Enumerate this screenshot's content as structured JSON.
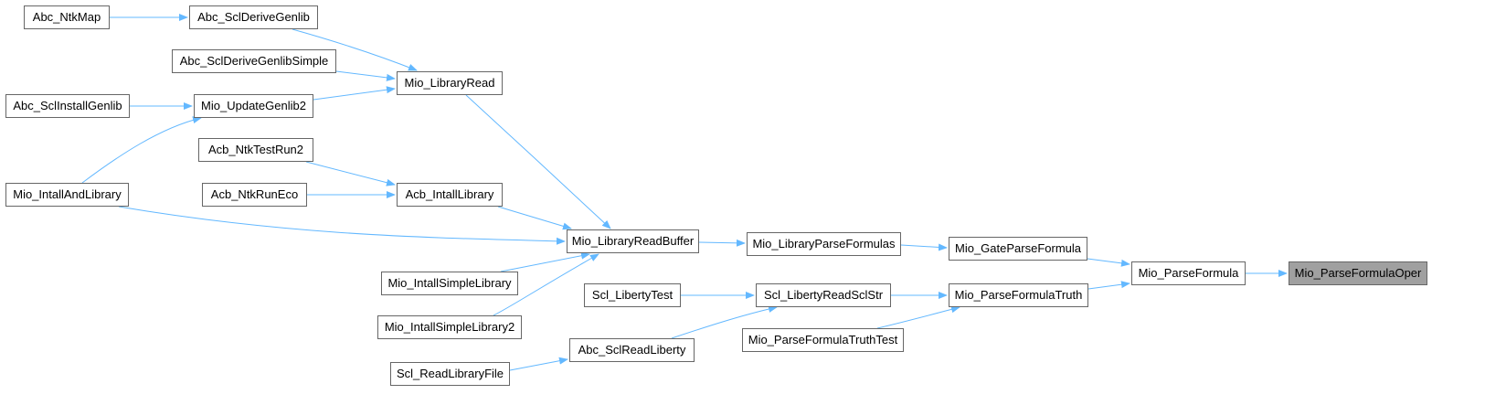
{
  "graph": {
    "nodes": {
      "abc_ntkmap": "Abc_NtkMap",
      "abc_sclderivegenlib": "Abc_SclDeriveGenlib",
      "abc_sclderivegenlibsimple": "Abc_SclDeriveGenlibSimple",
      "abc_sclinstallgenlib": "Abc_SclInstallGenlib",
      "mio_updategenlib2": "Mio_UpdateGenlib2",
      "mio_libraryread": "Mio_LibraryRead",
      "acb_ntktestrun2": "Acb_NtkTestRun2",
      "acb_ntkruneco": "Acb_NtkRunEco",
      "acb_intalllibrary": "Acb_IntallLibrary",
      "mio_intallandlibrary": "Mio_IntallAndLibrary",
      "mio_libraryreadbuffer": "Mio_LibraryReadBuffer",
      "mio_intallsimplelibrary": "Mio_IntallSimpleLibrary",
      "mio_intallsimplelibrary2": "Mio_IntallSimpleLibrary2",
      "mio_libraryparseformulas": "Mio_LibraryParseFormulas",
      "mio_gateparseformula": "Mio_GateParseFormula",
      "scl_libertytest": "Scl_LibertyTest",
      "scl_libertyreadsclstr": "Scl_LibertyReadSclStr",
      "mio_parseformulatruth": "Mio_ParseFormulaTruth",
      "mio_parseformulatruthtest": "Mio_ParseFormulaTruthTest",
      "abc_sclreadliberty": "Abc_SclReadLiberty",
      "scl_readlibraryfile": "Scl_ReadLibraryFile",
      "mio_parseformula": "Mio_ParseFormula",
      "mio_parseformulaoper": "Mio_ParseFormulaOper"
    },
    "edges": [
      [
        "abc_ntkmap",
        "abc_sclderivegenlib"
      ],
      [
        "abc_sclderivegenlib",
        "mio_libraryread"
      ],
      [
        "abc_sclderivegenlibsimple",
        "mio_libraryread"
      ],
      [
        "mio_updategenlib2",
        "mio_libraryread"
      ],
      [
        "abc_sclinstallgenlib",
        "mio_updategenlib2"
      ],
      [
        "mio_intallandlibrary",
        "mio_updategenlib2"
      ],
      [
        "mio_libraryread",
        "mio_libraryreadbuffer"
      ],
      [
        "acb_ntktestrun2",
        "acb_intalllibrary"
      ],
      [
        "acb_ntkruneco",
        "acb_intalllibrary"
      ],
      [
        "acb_intalllibrary",
        "mio_libraryreadbuffer"
      ],
      [
        "mio_intallandlibrary",
        "mio_libraryreadbuffer"
      ],
      [
        "mio_intallsimplelibrary",
        "mio_libraryreadbuffer"
      ],
      [
        "mio_intallsimplelibrary2",
        "mio_libraryreadbuffer"
      ],
      [
        "mio_libraryreadbuffer",
        "mio_libraryparseformulas"
      ],
      [
        "mio_libraryparseformulas",
        "mio_gateparseformula"
      ],
      [
        "mio_gateparseformula",
        "mio_parseformula"
      ],
      [
        "scl_libertytest",
        "scl_libertyreadsclstr"
      ],
      [
        "abc_sclreadliberty",
        "scl_libertyreadsclstr"
      ],
      [
        "scl_readlibraryfile",
        "abc_sclreadliberty"
      ],
      [
        "scl_libertyreadsclstr",
        "mio_parseformulatruth"
      ],
      [
        "mio_parseformulatruthtest",
        "mio_parseformulatruth"
      ],
      [
        "mio_parseformulatruth",
        "mio_parseformula"
      ],
      [
        "mio_parseformula",
        "mio_parseformulaoper"
      ]
    ],
    "focus_node": "mio_parseformulaoper",
    "colors": {
      "edge": "#63b8ff",
      "node_border": "#666666",
      "node_fill": "#ffffff",
      "focus_fill": "#a0a0a0"
    }
  }
}
